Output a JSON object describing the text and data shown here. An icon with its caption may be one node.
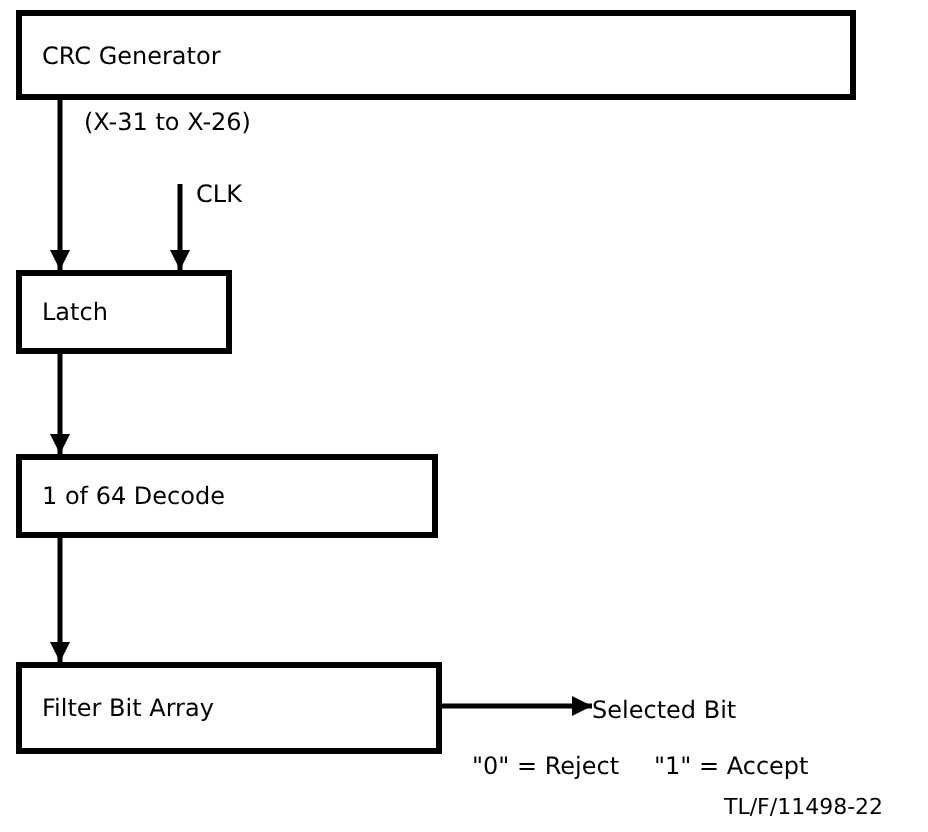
{
  "diagram": {
    "nodes": [
      {
        "text": [
          "CRC Generator"
        ],
        "beside": [
          "(X-31 to X-26)"
        ]
      },
      {
        "text": [
          "Latch"
        ]
      },
      {
        "text": [
          "1 of 64 Decode"
        ]
      },
      {
        "text": [
          "Filter Bit Array"
        ]
      },
      {
        "text": [
          "Selected Bit"
        ]
      }
    ],
    "edges": [
      {
        "from": 0,
        "to": 1,
        "arrow": "to"
      },
      {
        "from": null,
        "to": 1,
        "arrow": "to",
        "label": "CLK"
      },
      {
        "from": 1,
        "to": 2,
        "arrow": "to"
      },
      {
        "from": 2,
        "to": 3,
        "arrow": "to"
      },
      {
        "from": 3,
        "to": 4,
        "arrow": "to"
      }
    ],
    "labels": [
      "\"0\" = Reject",
      "\"1\" = Accept",
      "TL/F/11498-22"
    ]
  }
}
